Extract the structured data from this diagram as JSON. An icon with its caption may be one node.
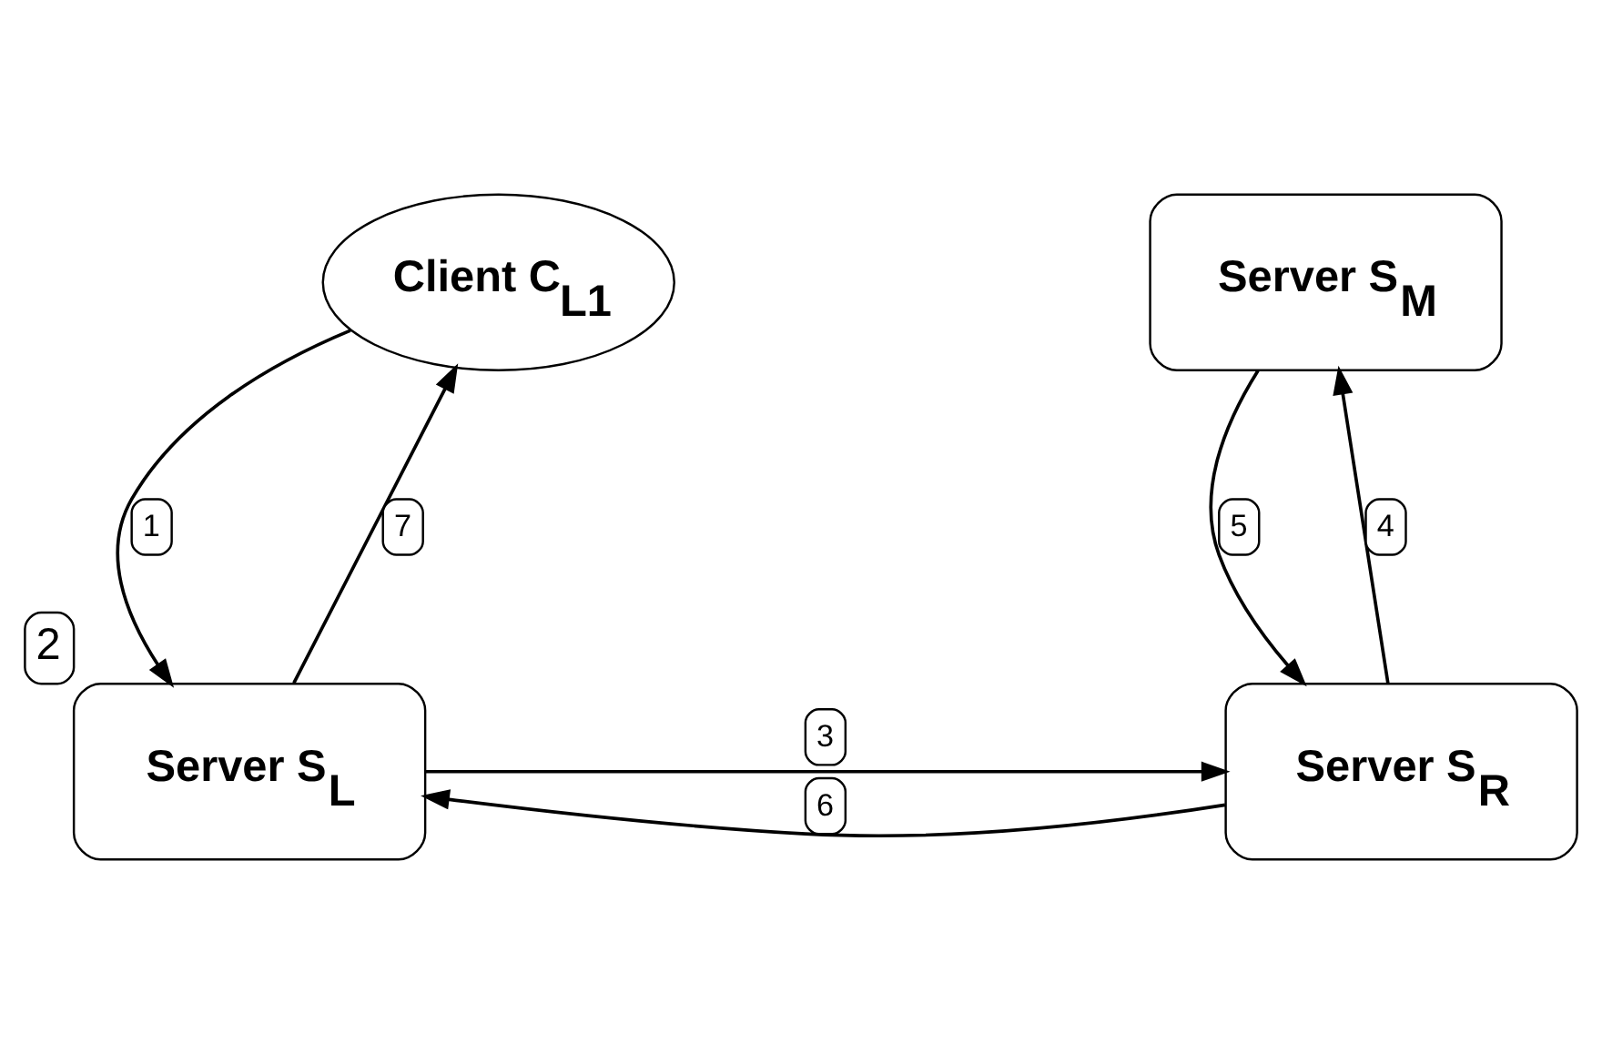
{
  "diagram": {
    "nodes": [
      {
        "text": [
          "Client C$_{L1}$"
        ]
      },
      {
        "text": [
          "Server S$_{M}$"
        ]
      },
      {
        "text": [
          "Server S$_{L}$"
        ],
        "beside": [
          "2"
        ]
      },
      {
        "text": [
          "Server S$_{R}$"
        ]
      }
    ],
    "edges": [
      {
        "from": 0,
        "to": 2,
        "arrow": "to",
        "label": "1"
      },
      {
        "from": 2,
        "to": 3,
        "arrow": "to",
        "label": "3"
      },
      {
        "from": 3,
        "to": 1,
        "arrow": "to",
        "label": "4"
      },
      {
        "from": 1,
        "to": 3,
        "arrow": "to",
        "label": "5"
      },
      {
        "from": 3,
        "to": 2,
        "arrow": "to",
        "label": "6"
      },
      {
        "from": 2,
        "to": 0,
        "arrow": "to",
        "label": "7"
      }
    ]
  }
}
